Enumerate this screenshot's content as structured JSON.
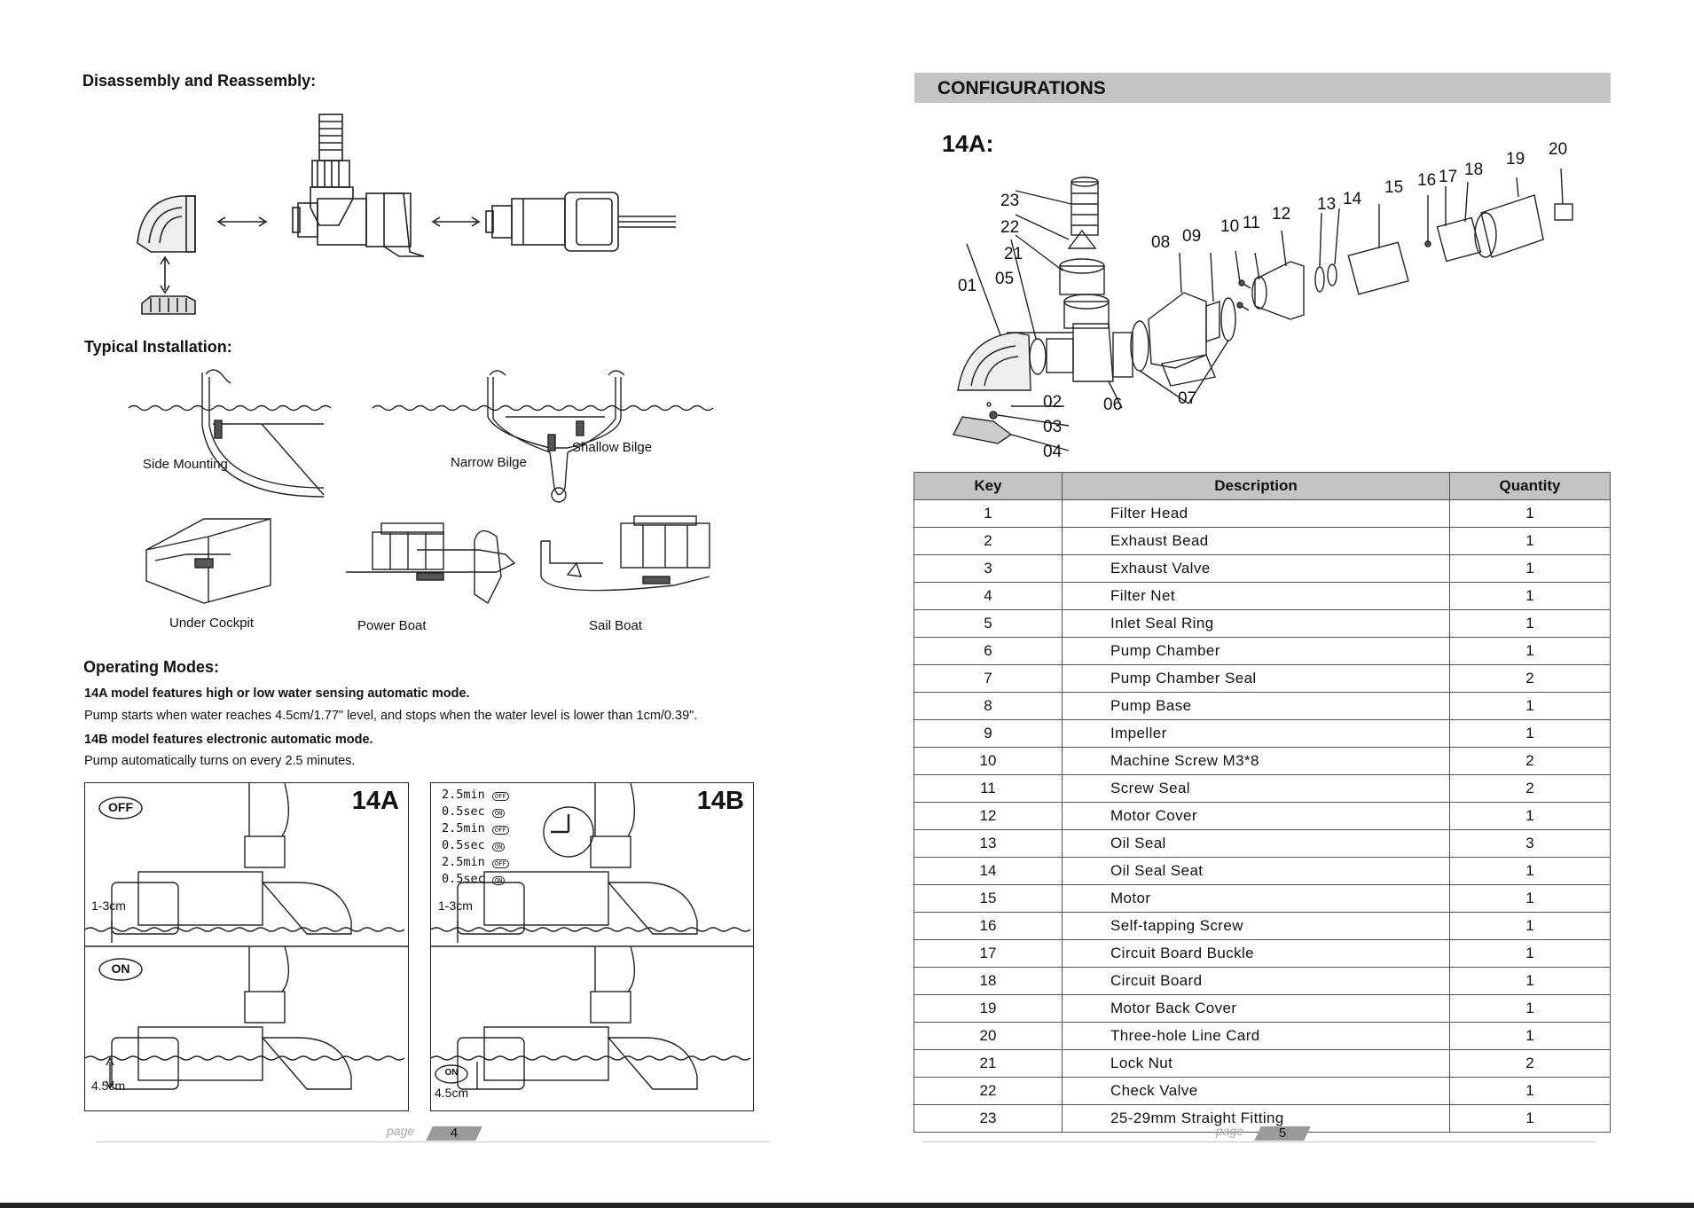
{
  "left": {
    "disassembly_title": "Disassembly and Reassembly:",
    "installation_title": "Typical Installation:",
    "install_labels": {
      "side": "Side Mounting",
      "narrow": "Narrow Bilge",
      "shallow": "Shallow Bilge",
      "cockpit": "Under Cockpit",
      "power": "Power Boat",
      "sail": "Sail Boat"
    },
    "operating_title": "Operating Modes:",
    "mode_14a_bold": "14A model features high or low water sensing automatic mode.",
    "mode_14a_text": "Pump starts when water reaches 4.5cm/1.77\" level, and stops when the water level is lower than 1cm/0.39\".",
    "mode_14b_bold": "14B model features electronic automatic mode.",
    "mode_14b_text": "Pump automatically turns on every 2.5 minutes.",
    "panel_a": {
      "model": "14A",
      "off": "OFF",
      "on": "ON",
      "low": "1-3cm",
      "high": "4.5cm"
    },
    "panel_b": {
      "model": "14B",
      "low": "1-3cm",
      "high": "4.5cm",
      "on": "ON",
      "timer": [
        {
          "t": "2.5min",
          "s": "OFF"
        },
        {
          "t": "0.5sec",
          "s": "ON"
        },
        {
          "t": "2.5min",
          "s": "OFF"
        },
        {
          "t": "0.5sec",
          "s": "ON"
        },
        {
          "t": "2.5min",
          "s": "OFF"
        },
        {
          "t": "0.5sec",
          "s": "ON"
        }
      ]
    },
    "page_word": "page",
    "page_number": "4"
  },
  "right": {
    "section_title": "CONFIGURATIONS",
    "model": "14A:",
    "callouts": [
      "01",
      "02",
      "03",
      "04",
      "05",
      "06",
      "07",
      "08",
      "09",
      "10",
      "11",
      "12",
      "13",
      "14",
      "15",
      "16",
      "17",
      "18",
      "19",
      "20",
      "21",
      "22",
      "23"
    ],
    "table": {
      "headers": [
        "Key",
        "Description",
        "Quantity"
      ],
      "rows": [
        [
          "1",
          "Filter Head",
          "1"
        ],
        [
          "2",
          "Exhaust Bead",
          "1"
        ],
        [
          "3",
          "Exhaust Valve",
          "1"
        ],
        [
          "4",
          "Filter Net",
          "1"
        ],
        [
          "5",
          "Inlet Seal Ring",
          "1"
        ],
        [
          "6",
          "Pump Chamber",
          "1"
        ],
        [
          "7",
          "Pump Chamber Seal",
          "2"
        ],
        [
          "8",
          "Pump Base",
          "1"
        ],
        [
          "9",
          "Impeller",
          "1"
        ],
        [
          "10",
          "Machine Screw M3*8",
          "2"
        ],
        [
          "11",
          "Screw Seal",
          "2"
        ],
        [
          "12",
          "Motor Cover",
          "1"
        ],
        [
          "13",
          "Oil Seal",
          "3"
        ],
        [
          "14",
          "Oil Seal Seat",
          "1"
        ],
        [
          "15",
          "Motor",
          "1"
        ],
        [
          "16",
          "Self-tapping Screw",
          "1"
        ],
        [
          "17",
          "Circuit Board Buckle",
          "1"
        ],
        [
          "18",
          "Circuit Board",
          "1"
        ],
        [
          "19",
          "Motor Back Cover",
          "1"
        ],
        [
          "20",
          "Three-hole Line Card",
          "1"
        ],
        [
          "21",
          "Lock Nut",
          "2"
        ],
        [
          "22",
          "Check Valve",
          "1"
        ],
        [
          "23",
          "25-29mm Straight Fitting",
          "1"
        ]
      ]
    },
    "page_word": "page",
    "page_number": "5"
  },
  "colors": {
    "header_gray": "#c4c4c4",
    "line": "#222222",
    "footer": "#9a9a9a"
  }
}
